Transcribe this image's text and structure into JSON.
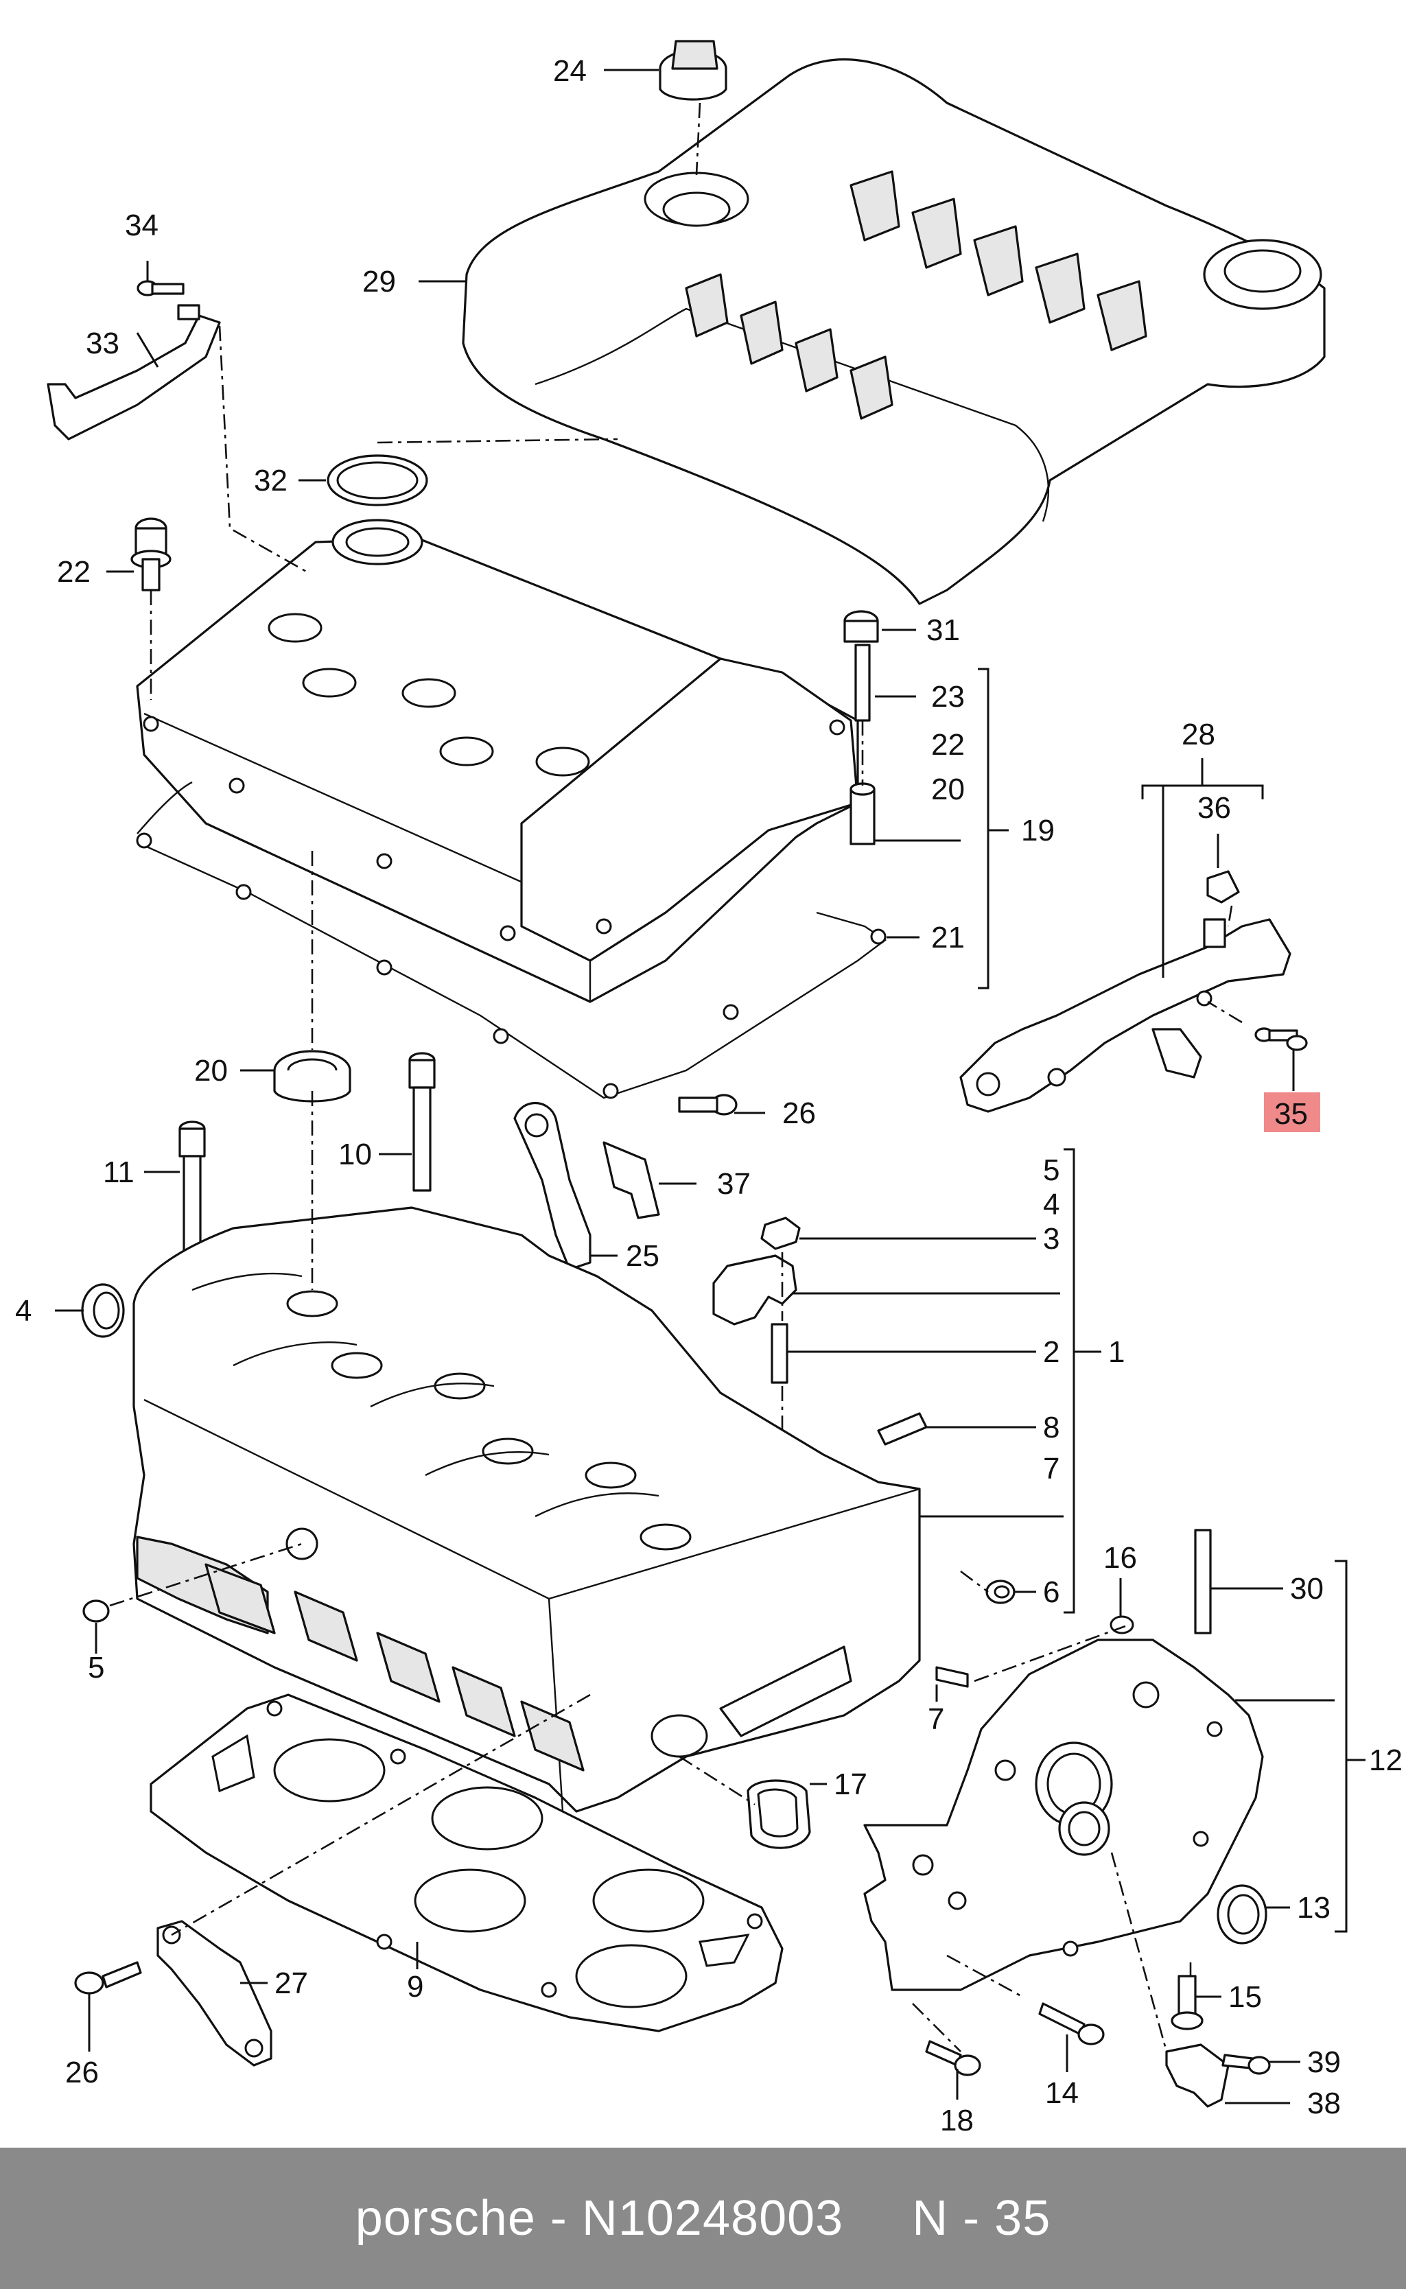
{
  "callouts": [
    {
      "id": "c24",
      "text": "24"
    },
    {
      "id": "c34",
      "text": "34"
    },
    {
      "id": "c29",
      "text": "29"
    },
    {
      "id": "c33",
      "text": "33"
    },
    {
      "id": "c32",
      "text": "32"
    },
    {
      "id": "c22a",
      "text": "22"
    },
    {
      "id": "c31",
      "text": "31"
    },
    {
      "id": "c23",
      "text": "23"
    },
    {
      "id": "c22b",
      "text": "22"
    },
    {
      "id": "c20a",
      "text": "20"
    },
    {
      "id": "c19",
      "text": "19"
    },
    {
      "id": "c28",
      "text": "28"
    },
    {
      "id": "c36",
      "text": "36"
    },
    {
      "id": "c21",
      "text": "21"
    },
    {
      "id": "c20b",
      "text": "20"
    },
    {
      "id": "c35",
      "text": "35",
      "highlighted": true
    },
    {
      "id": "c10",
      "text": "10"
    },
    {
      "id": "c26a",
      "text": "26"
    },
    {
      "id": "c11",
      "text": "11"
    },
    {
      "id": "c37",
      "text": "37"
    },
    {
      "id": "c5a",
      "text": "5"
    },
    {
      "id": "c4a",
      "text": "4"
    },
    {
      "id": "c3",
      "text": "3"
    },
    {
      "id": "c25",
      "text": "25"
    },
    {
      "id": "c4b",
      "text": "4"
    },
    {
      "id": "c2",
      "text": "2"
    },
    {
      "id": "c1",
      "text": "1"
    },
    {
      "id": "c8",
      "text": "8"
    },
    {
      "id": "c7a",
      "text": "7"
    },
    {
      "id": "c16",
      "text": "16"
    },
    {
      "id": "c6",
      "text": "6"
    },
    {
      "id": "c30",
      "text": "30"
    },
    {
      "id": "c5b",
      "text": "5"
    },
    {
      "id": "c7b",
      "text": "7"
    },
    {
      "id": "c12",
      "text": "12"
    },
    {
      "id": "c17",
      "text": "17"
    },
    {
      "id": "c13",
      "text": "13"
    },
    {
      "id": "c27",
      "text": "27"
    },
    {
      "id": "c15",
      "text": "15"
    },
    {
      "id": "c9",
      "text": "9"
    },
    {
      "id": "c26b",
      "text": "26"
    },
    {
      "id": "c14",
      "text": "14"
    },
    {
      "id": "c39",
      "text": "39"
    },
    {
      "id": "c18",
      "text": "18"
    },
    {
      "id": "c38",
      "text": "38"
    }
  ],
  "footer": {
    "brand": "porsche - N10248003",
    "part_ref": "N - 35"
  },
  "colors": {
    "highlight": "#f08a8a",
    "footer_bg": "#8a8a8a",
    "footer_text": "#ffffff"
  }
}
